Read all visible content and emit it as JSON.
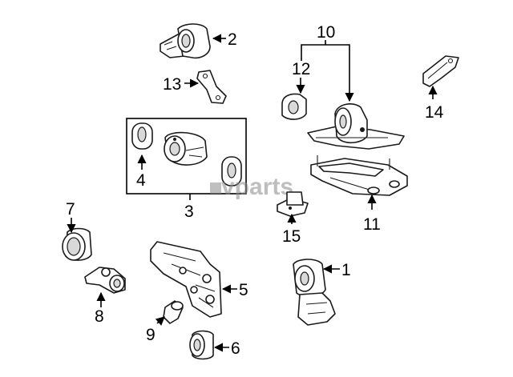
{
  "callouts": {
    "c1": "1",
    "c2": "2",
    "c3": "3",
    "c4": "4",
    "c5": "5",
    "c6": "6",
    "c7": "7",
    "c8": "8",
    "c9": "9",
    "c10": "10",
    "c11": "11",
    "c12": "12",
    "c13": "13",
    "c14": "14",
    "c15": "15"
  },
  "watermark": "vparts",
  "colors": {
    "line": "#1a1a1a",
    "shade": "#d9d9d9",
    "watermark": "#8a8a8a"
  }
}
